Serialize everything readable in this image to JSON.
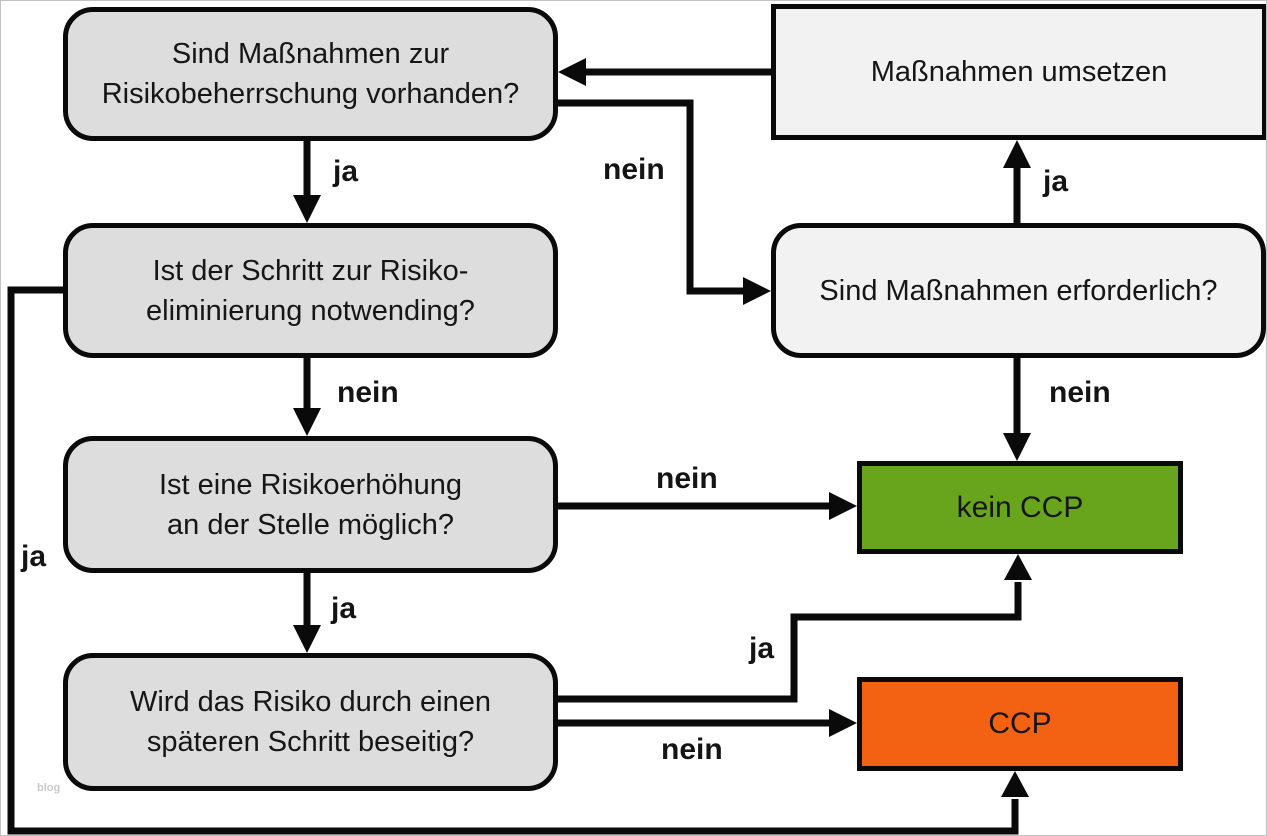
{
  "flowchart": {
    "nodes": {
      "q_massnahmen_vorhanden": {
        "text": "Sind Maßnahmen zur\nRisikobeherrschung vorhanden?"
      },
      "massnahmen_umsetzen": {
        "text": "Maßnahmen umsetzen"
      },
      "q_schritt_eliminierung": {
        "text": "Ist der Schritt zur Risiko-\neliminierung notwending?"
      },
      "q_massnahmen_erforderlich": {
        "text": "Sind Maßnahmen erforderlich?"
      },
      "q_risikoerhoehung": {
        "text": "Ist eine Risikoerhöhung\nan der Stelle möglich?"
      },
      "kein_ccp": {
        "text": "kein CCP"
      },
      "q_spaeterer_schritt": {
        "text": "Wird das Risiko durch einen\nspäteren Schritt beseitig?"
      },
      "ccp": {
        "text": "CCP"
      }
    },
    "edge_labels": {
      "vorhanden_ja": "ja",
      "vorhanden_nein": "nein",
      "eliminierung_nein": "nein",
      "eliminierung_ja": "ja",
      "risikoerhoehung_ja": "ja",
      "risikoerhoehung_nein": "nein",
      "erforderlich_ja": "ja",
      "erforderlich_nein": "nein",
      "spaeter_ja": "ja",
      "spaeter_nein": "nein"
    },
    "colors": {
      "decision_fill": "#dddddd",
      "action_fill": "#f2f2f2",
      "kein_ccp_fill": "#69a51c",
      "ccp_fill": "#f26212",
      "line": "#0a0a0a"
    },
    "watermark": "blog"
  }
}
